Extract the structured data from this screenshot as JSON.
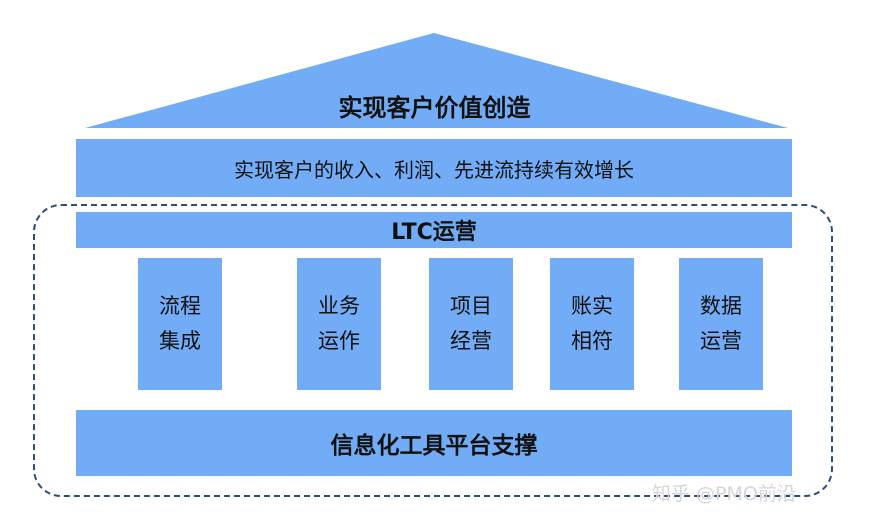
{
  "roof": {
    "title": "实现客户价值创造"
  },
  "goal_band": {
    "text": "实现客户的收入、利润、先进流持续有效增长"
  },
  "ltc_band": {
    "text": "LTC运营"
  },
  "pillars": [
    {
      "line1": "流程",
      "line2": "集成"
    },
    {
      "line1": "业务",
      "line2": "运作"
    },
    {
      "line1": "项目",
      "line2": "经营"
    },
    {
      "line1": "账实",
      "line2": "相符"
    },
    {
      "line1": "数据",
      "line2": "运营"
    }
  ],
  "foundation": {
    "text": "信息化工具平台支撑"
  },
  "watermark": {
    "text": "知乎 @PMO前沿"
  },
  "colors": {
    "block": "#72acf6",
    "frame": "#2c4e78",
    "watermark": "#d6d6d6"
  }
}
